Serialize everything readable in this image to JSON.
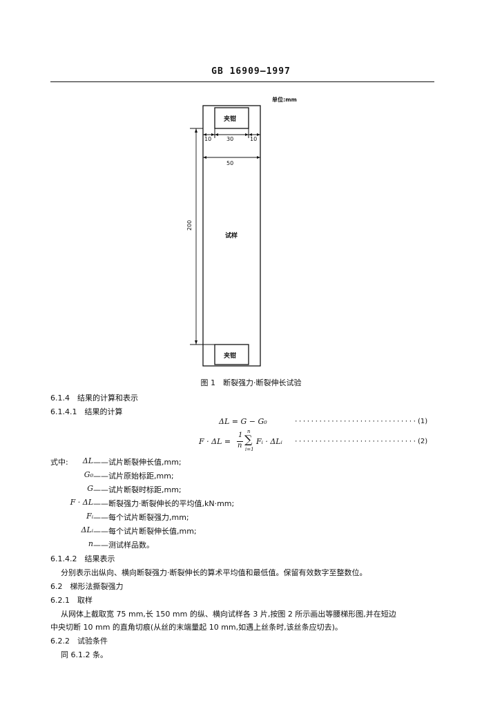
{
  "header": {
    "code": "GB 16909—1997"
  },
  "figure": {
    "unit": "单位:mm",
    "clamp_top": "夹钳",
    "clamp_bottom": "夹钳",
    "specimen": "试样",
    "dim_left": "10",
    "dim_mid": "30",
    "dim_right": "10",
    "dim_width": "50",
    "dim_length": "200",
    "caption": "图 1　断裂强力·断裂伸长试验"
  },
  "sections": {
    "s614": "6.1.4　结果的计算和表示",
    "s6141": "6.1.4.1　结果的计算",
    "s6142": "6.1.4.2　结果表示",
    "s62": "6.2　梯形法撕裂强力",
    "s621": "6.2.1　取样",
    "s622": "6.2.2　试验条件"
  },
  "equations": {
    "eq1": "ΔL = G − G₀",
    "eq1_no": "(1)",
    "eq2_lhs": "F · ΔL =",
    "eq2_frac_num": "1",
    "eq2_frac_den": "n",
    "eq2_sum_top": "n",
    "eq2_sum_bottom": "i=1",
    "eq2_rhs": "Fᵢ · ΔLᵢ",
    "eq2_no": "(2)",
    "dots": "·······································"
  },
  "definitions": {
    "intro": "式中:",
    "items": [
      {
        "sym": "ΔL",
        "text": "——试片断裂伸长值,mm;"
      },
      {
        "sym": "G₀",
        "text": "——试片原始标距,mm;"
      },
      {
        "sym": "G",
        "text": "——试片断裂时标距,mm;"
      },
      {
        "sym": "F · ΔL",
        "text": "——断裂强力·断裂伸长的平均值,kN·mm;"
      },
      {
        "sym": "Fᵢ",
        "text": "——每个试片断裂强力,mm;"
      },
      {
        "sym": "ΔLᵢ",
        "text": "——每个试片断裂伸长值,mm;"
      },
      {
        "sym": "n",
        "text": "——测试样品数。"
      }
    ]
  },
  "paragraphs": {
    "p6142": "分别表示出纵向、横向断裂强力·断裂伸长的算术平均值和最低值。保留有效数字至整数位。",
    "p621_line1": "从网体上截取宽 75 mm,长 150 mm 的纵、横向试样各 3 片,按图 2 所示画出等腰梯形图,并在短边",
    "p621_line2": "中央切断 10 mm 的直角切痕(从丝的末端量起 10 mm,如遇上丝条时,该丝条应切去)。",
    "p622": "同 6.1.2 条。"
  }
}
